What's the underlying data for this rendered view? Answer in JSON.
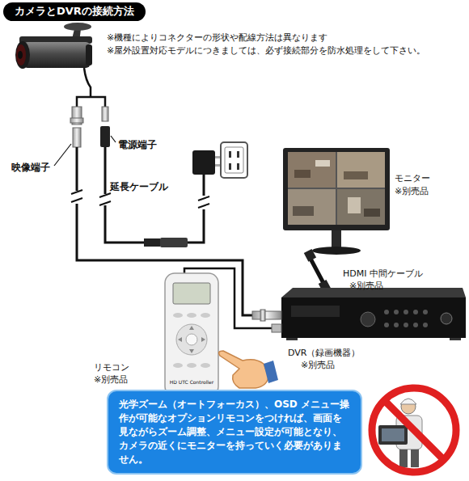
{
  "diagram": {
    "title": "カメラとDVRの接続方法",
    "nodes": [
      {
        "text": [
          "光学ズーム（オートフォーカス）、OSD メニュー操作が可能なオプションリモコンをつければ、画面を見ながらズーム調整、メニュー設定が可能となり、カメラの近くにモニターを持っていく必要がありません。"
        ]
      }
    ],
    "labels": [
      "※機種によりコネクターの形状や配線方法は異なります",
      "※屋外設置対応モデルにつきましては、必ず接続部分を防水処理をして下さい。",
      "電源端子",
      "映像端子",
      "延長ケーブル",
      "モニター",
      "※別売品",
      "HDMI 中間ケーブル",
      "※別売品",
      "DVR（録画機器）",
      "※別売品",
      "リモコン",
      "※別売品",
      "HD UTC Controller"
    ]
  }
}
